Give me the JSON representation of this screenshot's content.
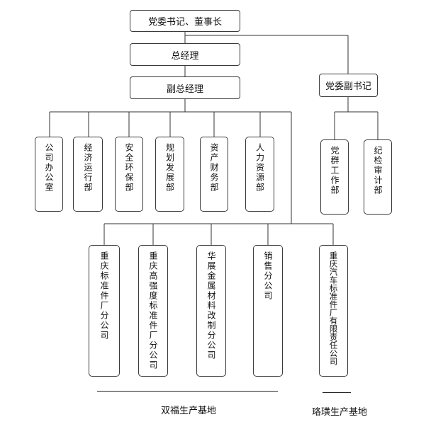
{
  "chairman": "党委书记、董事长",
  "general_manager": "总经理",
  "deputy_general_manager": "副总经理",
  "deputy_party_secretary": "党委副书记",
  "departments": [
    "公司办公室",
    "经济运行部",
    "安全环保部",
    "规划发展部",
    "资产财务部",
    "人力资源部"
  ],
  "party_departments": [
    "党群工作部",
    "纪检审计部"
  ],
  "branches": [
    "重庆标准件厂分公司",
    "重庆高强度标准件厂分公司",
    "华展金属材料改制分公司",
    "销售分公司"
  ],
  "subsidiary": "重庆汽车标准件厂有限责任公司",
  "base_shuangfu": "双福生产基地",
  "base_luohuang": "珞璜生产基地"
}
